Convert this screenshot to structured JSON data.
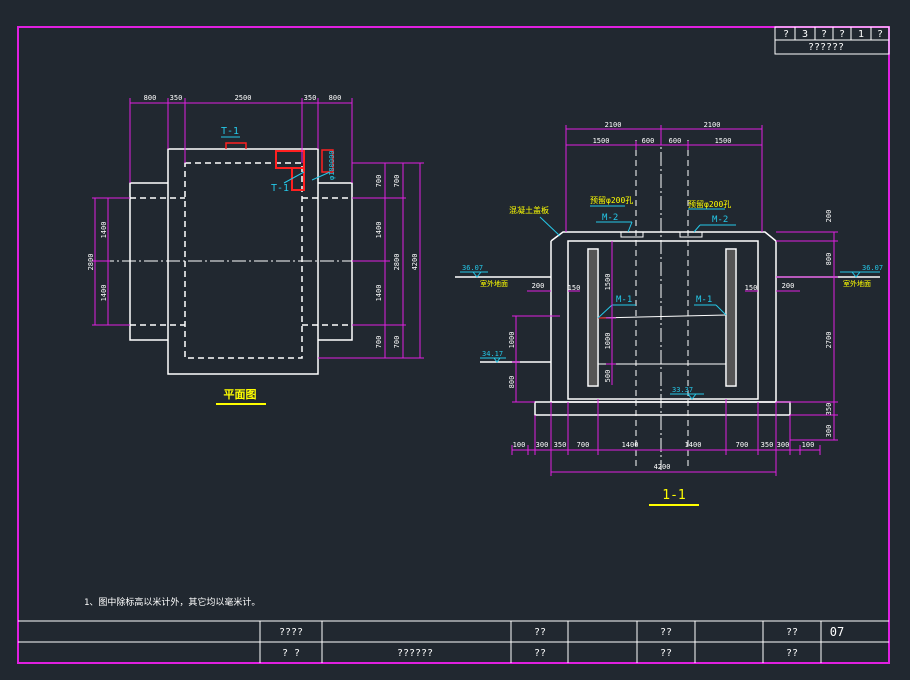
{
  "colors": {
    "background": "#212830",
    "frame": "#e020e0",
    "structure": "#ffffff",
    "dimension": "#e020e0",
    "annotation": "#25c8e8",
    "title_yellow": "#ffff00",
    "highlight_red": "#ff2020",
    "table_text": "#ffffff"
  },
  "title_block": {
    "row1": [
      "?",
      "3",
      "?",
      "?",
      "1",
      "?"
    ],
    "row2": "??????"
  },
  "plan": {
    "title": "平面图",
    "top_dims": [
      "800",
      "350",
      "2500",
      "350",
      "800"
    ],
    "left_dims": [
      "2800",
      "1400",
      "1400"
    ],
    "right_dims_inner": [
      "700",
      "1400",
      "1400",
      "700"
    ],
    "right_dims_outer": [
      "700",
      "2800",
      "700",
      "4200"
    ],
    "tag_t1_top": "T-1",
    "tag_t1_side": "T-1",
    "pipe_label": "φ180000"
  },
  "section": {
    "title": "1-1",
    "top_dims_row1": [
      "2100",
      "2100"
    ],
    "top_dims_row2": [
      "1500",
      "600",
      "600",
      "1500"
    ],
    "manhole_left": "预留φ200孔",
    "manhole_right": "预留φ200孔",
    "m2_left": "M-2",
    "m2_right": "M-2",
    "m1_left": "M-1",
    "m1_right": "M-1",
    "cover_note": "混凝土盖板",
    "ground_left_elev": "36.07",
    "ground_right_elev": "36.07",
    "ground_left_label": "室外地面",
    "ground_right_label": "室外地面",
    "inner_elev_left": "34.17",
    "floor_elev": "33.37",
    "wall_dim_left": "200",
    "wall_dim_left2": "150",
    "wall_dim_right": "150",
    "wall_dim_right2": "200",
    "inner_v_dims": [
      "1500",
      "1000",
      "500"
    ],
    "left_v_dims": [
      "1000",
      "800"
    ],
    "right_v_dims": [
      "200",
      "800",
      "2700",
      "350",
      "300"
    ],
    "bottom_dims": [
      "100",
      "300",
      "350",
      "700",
      "1400",
      "1400",
      "700",
      "350",
      "300",
      "100"
    ],
    "bottom_total": "4200"
  },
  "note": "1、图中除标高以米计外，其它均以毫米计。",
  "bottom_table": {
    "r1": [
      "????",
      "??",
      "??",
      "??",
      "07"
    ],
    "r2": [
      "?    ?",
      "??????",
      "??",
      "??",
      "??"
    ]
  }
}
